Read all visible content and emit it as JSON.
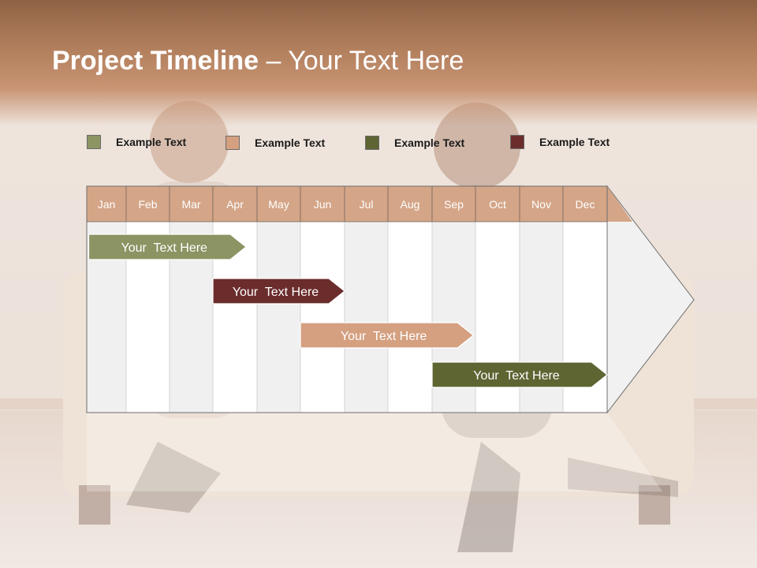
{
  "title": {
    "bold": "Project Timeline",
    "rest": " – Your Text Here"
  },
  "legend": [
    {
      "label": "Example Text",
      "color": "#8c9463"
    },
    {
      "label": "Example Text",
      "color": "#d4a080"
    },
    {
      "label": "Example Text",
      "color": "#5e6432"
    },
    {
      "label": "Example Text",
      "color": "#6b2c2c"
    }
  ],
  "timeline": {
    "months": [
      "Jan",
      "Feb",
      "Mar",
      "Apr",
      "May",
      "Jun",
      "Jul",
      "Aug",
      "Sep",
      "Oct",
      "Nov",
      "Dec"
    ],
    "header_color": "#d4a587",
    "tasks": [
      {
        "label": "Your  Text Here",
        "color": "#8c9463",
        "start_month": 0.05,
        "end_month": 3.75
      },
      {
        "label": "Your  Text Here",
        "color": "#6b2c2c",
        "start_month": 3.0,
        "end_month": 6.0
      },
      {
        "label": "Your  Text Here",
        "color": "#d4a080",
        "start_month": 5.0,
        "end_month": 8.95
      },
      {
        "label": "Your  Text Here",
        "color": "#5e6432",
        "start_month": 8.0,
        "end_month": 12.0
      }
    ]
  }
}
